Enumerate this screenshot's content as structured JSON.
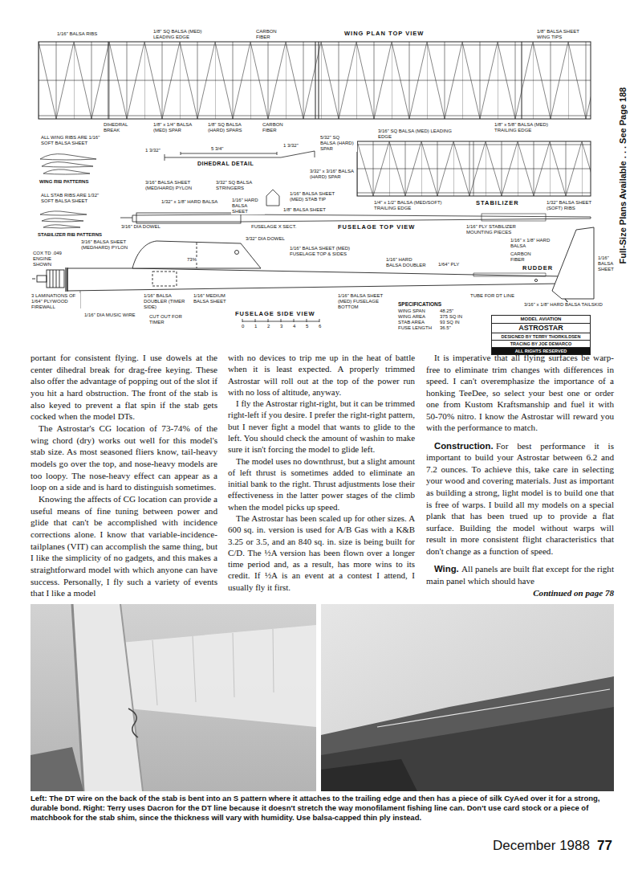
{
  "diagram": {
    "caption": "Left: The DT wire on the back of the stab is bent into an S pattern where it attaches to the trailing edge and then has a piece of silk CyAed over it for a strong, durable bond. Right: Terry uses Dacron for the DT line because it doesn't stretch the way monofilament fishing line can. Don't use card stock or a piece of matchbook for the stab shim, since the thickness will vary with humidity. Use balsa-capped thin ply instead.",
    "nodes": [
      {
        "text": [
          "MODEL AVIATION",
          "ASTROSTAR",
          "DESIGNED BY TERRY THORKILDSEN",
          "TRACING BY JOE DEMARCO",
          "ALL RIGHTS RESERVED"
        ]
      }
    ],
    "labels": [
      "WING PLAN TOP VIEW",
      "1/16\" BALSA RIBS",
      "1/8\" SQ BALSA (MED) LEADING EDGE",
      "CARBON FIBER",
      "1/8\" BALSA SHEET WING TIPS",
      "DIHEDRAL BREAK",
      "1/8\" x 1/4\" BALSA (MED) SPAR",
      "1/8\" SQ BALSA (HARD) SPARS",
      "CARBON FIBER",
      "3/16\" SQ BALSA (MED) LEADING EDGE",
      "1/8\" x 5/8\" BALSA (MED) TRAILING EDGE",
      "ALL WING RIBS ARE 1/16\" SOFT BALSA SHEET",
      "WING RIB PATTERNS",
      "DIHEDRAL DETAIL",
      "5 3/4\"",
      "1 3/32\"",
      "1 3/32\"",
      "ALL STAB RIBS ARE 1/32\" SOFT BALSA SHEET",
      "STABILIZER RIB PATTERNS",
      "5/32\" SQ BALSA (HARD) SPAR",
      "3/32\" x 3/16\" BALSA (HARD) SPAR",
      "3/16\" BALSA SHEET (MED/HARD) PYLON",
      "1/32\" x 1/8\" HARD BALSA",
      "3/32\" SQ BALSA STRINGERS",
      "1/16\" HARD BALSA SHEET",
      "1/8\" BALSA SHEET",
      "1/16\" BALSA SHEET (MED) STAB TIP",
      "FUSELAGE X SECT.",
      "1/4\" x 1/2\" BALSA (MED/SOFT) TRAILING EDGE",
      "STABILIZER",
      "1/32\" BALSA SHEET (SOFT) RIBS",
      "FUSELAGE TOP VIEW",
      "1/16\" PLY STABILIZER MOUNTING PIECES",
      "3/16\" DIA DOWEL",
      "3/16\" BALSA SHEET (MED/HARD) PYLON",
      "3/32\" DIA DOWEL",
      "COX TD .049 ENGINE SHOWN",
      "73%",
      "1/16\" BALSA SHEET (MED) FUSELAGE TOP & SIDES",
      "1/16\" HARD BALSA DOUBLER",
      "1/64\" PLY",
      "1/16\" x 1/8\" HARD BALSA",
      "CARBON FIBER",
      "1/16\" BALSA SHEET",
      "RUDDER",
      "3 LAMINATIONS OF 1/64\" PLYWOOD FIREWALL",
      "1/16\" DIA MUSIC WIRE",
      "1/16\" BALSA DOUBLER (TIMER SIDE)",
      "CUT OUT FOR TIMER",
      "1/16\" MEDIUM BALSA SHEET",
      "FUSELAGE SIDE VIEW",
      "0",
      "1",
      "2",
      "3",
      "4",
      "5",
      "6",
      "1/16\" BALSA SHEET (MED) FUSELAGE BOTTOM",
      "TUBE FOR DT LINE",
      "3/16\" x 1/8\" HARD BALSA TAILSKID",
      "SPECIFICATIONS",
      "WING SPAN",
      "48.25\"",
      "WING AREA",
      "375 SQ IN",
      "STAB AREA",
      "93 SQ IN",
      "FUSE LENGTH",
      "36.5\"",
      "portant for consistent flying. I use dowels at the center dihedral break for drag-free keying. These also offer the advantage of popping out of the slot if you hit a hard obstruction. The front of the stab is also keyed to prevent a flat spin if the stab gets cocked when the model DTs.",
      "The Astrostar's CG location of 73-74% of the wing chord (dry) works out well for this model's stab size. As most seasoned fliers know, tail-heavy models go over the top, and nose-heavy models are too loopy. The nose-heavy effect can appear as a loop on a side and is hard to distinguish sometimes.",
      "Knowing the affects of CG location can provide a useful means of fine tuning between power and glide that can't be accomplished with incidence corrections alone. I know that variable-incidence-tailplanes (VIT) can accomplish the same thing, but I like the simplicity of no gadgets, and this makes a straightforward model with which anyone can have success. Personally, I fly such a variety of events that I like a model",
      "with no devices to trip me up in the heat of battle when it is least expected. A properly trimmed Astrostar will roll out at the top of the power run with no loss of altitude, anyway.",
      "I fly the Astrostar right-right, but it can be trimmed right-left if you desire. I prefer the right-right pattern, but I never fight a model that wants to glide to the left. You should check the amount of washin to make sure it isn't forcing the model to glide left.",
      "The model uses no downthrust, but a slight amount of left thrust is sometimes added to eliminate an initial bank to the right. Thrust adjustments lose their effectiveness in the latter power stages of the climb when the model picks up speed.",
      "The Astrostar has been scaled up for other sizes. A 600 sq. in. version is used for A/B Gas with a K&B 3.25 or 3.5, and an 840 sq. in. size is being built for C/D. The ½A version has been flown over a longer time period and, as a result, has more wins to its credit. If ½A is an event at a contest I attend, I usually fly it first.",
      "It is imperative that all flying surfaces be warp-free to eliminate trim changes with differences in speed. I can't overemphasize the importance of a honking TeeDee, so select your best one or order one from Kustom Kraftsmanship and fuel it with 50-70% nitro. I know the Astrostar will reward you with the performance to match.",
      "Construction.",
      "For best performance it is important to build your Astrostar between 6.2 and 7.2 ounces. To achieve this, take care in selecting your wood and covering materials. Just as important as building a strong, light model is to build one that is free of warps. I build all my models on a special plank that has been trued up to provide a flat surface. Building the model without warps will result in more consistent flight characteristics that don't change as a function of speed.",
      "Wing.",
      "All panels are built flat except for the right main panel which should have",
      "Continued on page 78",
      "Full-Size Plans Available . . . See Page 188",
      "December 1988",
      "77"
    ]
  }
}
